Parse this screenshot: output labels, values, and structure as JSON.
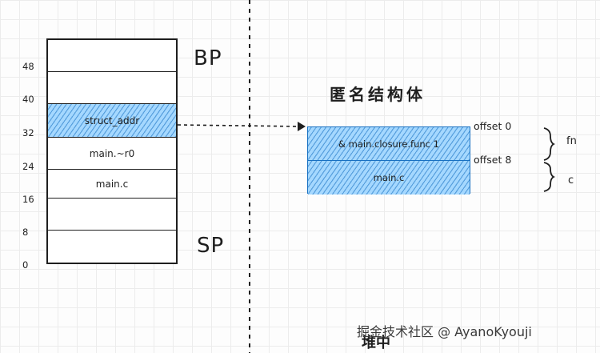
{
  "stack": {
    "cells": [
      {
        "label": "",
        "hatched": false
      },
      {
        "label": "",
        "hatched": false
      },
      {
        "label": "struct_addr",
        "hatched": true
      },
      {
        "label": "main.~r0",
        "hatched": false
      },
      {
        "label": "main.c",
        "hatched": false
      },
      {
        "label": "",
        "hatched": false
      },
      {
        "label": "",
        "hatched": false
      }
    ],
    "offsets": [
      "48",
      "40",
      "32",
      "24",
      "16",
      "8",
      "0"
    ],
    "bp_label": "BP",
    "sp_label": "SP"
  },
  "anon_struct": {
    "title": "匿名结构体",
    "fields": [
      "& main.closure.func 1",
      "main.c"
    ],
    "offsets": [
      "offset 0",
      "offset 8"
    ],
    "groups": [
      "fn",
      "c"
    ]
  },
  "heap_label": "堆中",
  "watermark": "掘金技术社区 @ AyanoKyouji",
  "colors": {
    "hatch_fill": "#a5d8ff",
    "hatch_stroke": "#1971c2",
    "ink": "#1e1e1e"
  }
}
